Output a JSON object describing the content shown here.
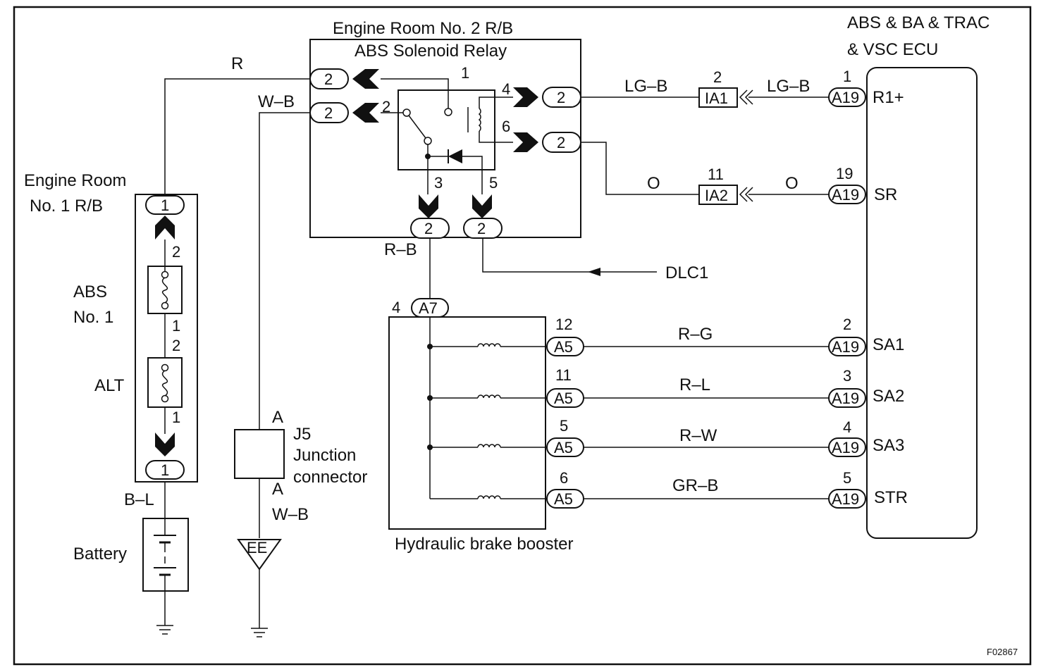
{
  "labels": {
    "r_b2_title": "Engine Room No. 2 R/B",
    "relay_title": "ABS Solenoid Relay",
    "ecu_title_1": "ABS & BA & TRAC",
    "ecu_title_2": "& VSC ECU",
    "r_b1_title_1": "Engine  Room",
    "r_b1_title_2": "No. 1 R/B",
    "fuse_abs_1": "ABS",
    "fuse_abs_2": "No. 1",
    "fuse_alt": "ALT",
    "battery": "Battery",
    "j5_1": "J5",
    "j5_2": "Junction",
    "j5_3": "connector",
    "j5_pin_top": "A",
    "j5_pin_bottom": "A",
    "booster": "Hydraulic brake booster",
    "dlc1": "DLC1",
    "ground_ee": "EE",
    "figure_code": "F02867"
  },
  "wires": {
    "r": "R",
    "wb_top": "W–B",
    "wb_bottom": "W–B",
    "bl": "B–L",
    "rb": "R–B",
    "lgb_1": "LG–B",
    "lgb_2": "LG–B",
    "o_1": "O",
    "o_2": "O",
    "rg": "R–G",
    "rl": "R–L",
    "rw": "R–W",
    "grb": "GR–B"
  },
  "connectors": {
    "rb2": "2",
    "rb1": "1",
    "ia1": "IA1",
    "ia2": "IA2",
    "a19": "A19",
    "a7": "A7",
    "a5": "A5"
  },
  "pins": {
    "relay_1": "1",
    "relay_2": "2",
    "relay_3": "3",
    "relay_4": "4",
    "relay_5": "5",
    "relay_6": "6",
    "rb1_2": "2",
    "rb1_1a": "1",
    "rb1_2b": "2",
    "rb1_1b": "1",
    "ia1_pin": "2",
    "ia2_pin": "11",
    "a19_1": "1",
    "a19_19": "19",
    "a19_2": "2",
    "a19_3": "3",
    "a19_4": "4",
    "a19_5": "5",
    "a7_4": "4",
    "a5_12": "12",
    "a5_11": "11",
    "a5_5": "5",
    "a5_6": "6"
  },
  "ecu_terminals": {
    "r1": "R1+",
    "sr": "SR",
    "sa1": "SA1",
    "sa2": "SA2",
    "sa3": "SA3",
    "str": "STR"
  }
}
